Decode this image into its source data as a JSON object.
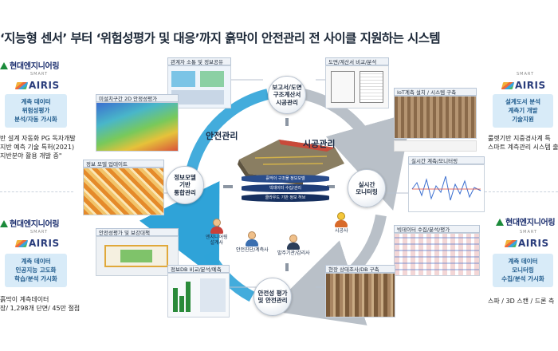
{
  "headline": "‘지능형 센서’ 부터 ‘위험성평가 및 대응’까지 흙막이 안전관리 전 사이클 지원하는 시스템",
  "left_top": {
    "brand": "현대엔지니어링",
    "airis_smart": "SMART",
    "airis_word": "AIRIS",
    "box_lines": [
      "계측 데이터",
      "위험성평가",
      "분석/자동 가시화"
    ],
    "text_lines": [
      "반 설계 자동화 PG 독자개발",
      "지반 예측 기술 특허(2021)",
      "지반분야 활용 개발 중\""
    ]
  },
  "left_bottom": {
    "brand": "현대엔지니어링",
    "airis_smart": "SMART",
    "airis_word": "AIRIS",
    "box_lines": [
      "계측 데이터",
      "인공지능 고도화",
      "학습/분석 가시화"
    ],
    "text_lines": [
      "흙막이 계측데이터",
      "장/ 1,298개 단면/ 45만 절점"
    ]
  },
  "right_top": {
    "airis_smart": "SMART",
    "airis_word": "AIRIS",
    "box_lines": [
      "설계도서 분석",
      "계측기 개발",
      "기술지원"
    ],
    "text_lines": [
      "룰렛기반 지중경사계 특",
      "스마트 계측관리 시스템 출"
    ]
  },
  "right_bottom": {
    "brand": "현대엔지니어링",
    "airis_smart": "SMART",
    "airis_word": "AIRIS",
    "box_lines": [
      "계측 데이터",
      "모니터링",
      "수집/분석 가시화"
    ],
    "text_lines": [
      "스파 / 3D 스캔 / 드론 측"
    ]
  },
  "cards": {
    "stakeholder": "관계자 소통 및 정보공유",
    "drawing": "도면/계산서 비교/분석",
    "section2d": "미설치구간 2D 안정성평가",
    "iot": "IoT계측 설치 / 시스템 구축",
    "model": "정보 모델 업데이트",
    "realtime": "실시간 계측/모니터링",
    "safety": "안전성평가 및 보강대책",
    "bigdata": "빅데이터 수집/분석/평가",
    "infodb": "정보DB 비교/분석/예측",
    "site": "현장 상태조사/DB 구축"
  },
  "nodes": {
    "top": [
      "보고서/도면",
      "구조계산서",
      "시공관리"
    ],
    "left": [
      "정보모델",
      "기반",
      "통합관리"
    ],
    "right": [
      "실시간",
      "모니터링"
    ],
    "bottom": [
      "안전성 평가",
      "및 안전관리"
    ]
  },
  "ring": {
    "left_label": "안전관리",
    "right_label": "시공관리"
  },
  "stack_layers": [
    "흙막이 구조물 정보모델",
    "빅데이터 수집/관리",
    "클라우드 기반 정보 허브"
  ],
  "people": {
    "engineer": [
      "엔지니어링",
      "설계사"
    ],
    "inspector": "안전진단/계측사",
    "owner": "발주기관/감리사",
    "contractor": "시공사"
  },
  "colors": {
    "ring_blue": "#2fa3d8",
    "ring_gray": "#b9c0c8",
    "node_text": "#16243a",
    "accent_box": "#d8ebf8",
    "brand_green": "#1b8a3a"
  }
}
